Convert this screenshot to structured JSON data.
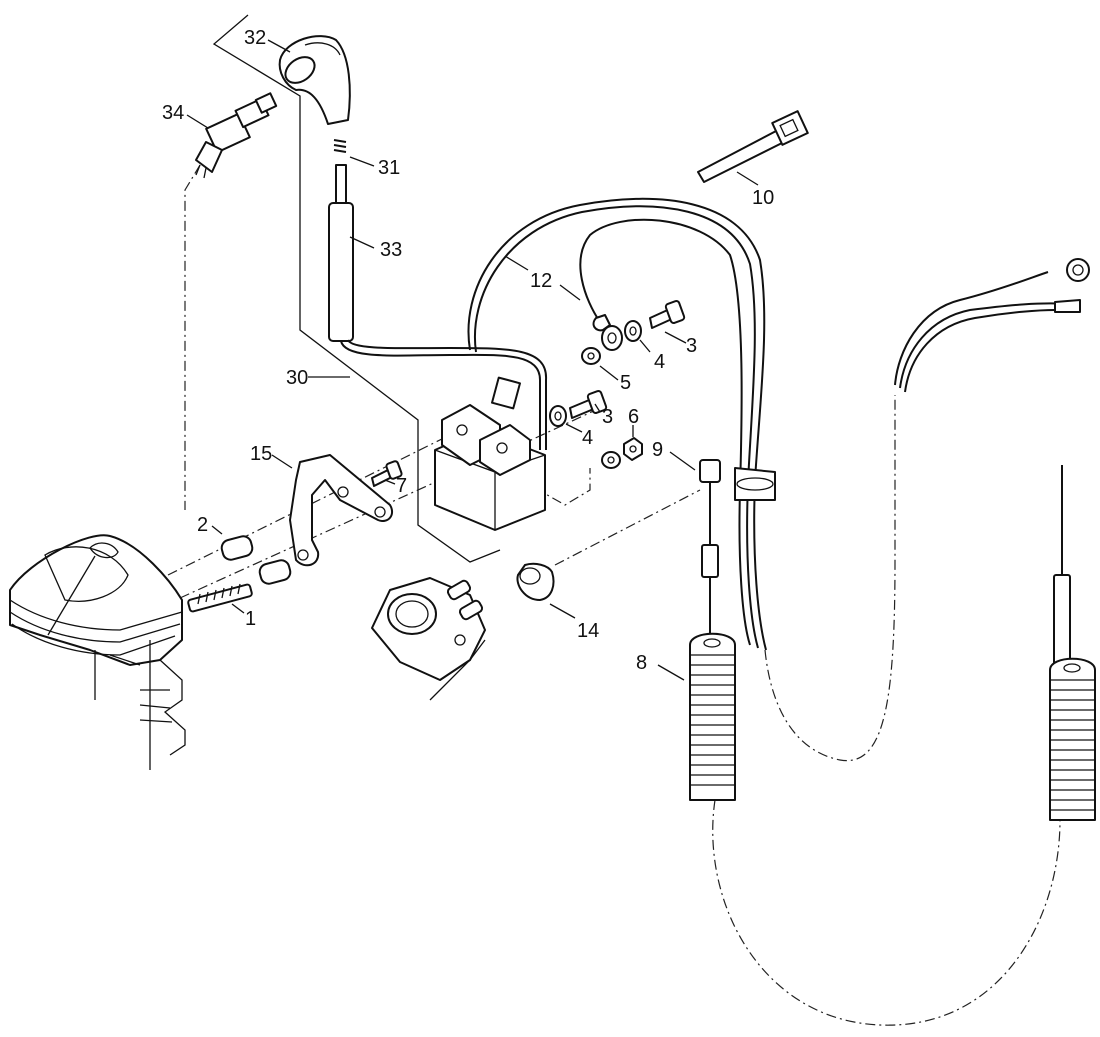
{
  "callouts": {
    "c1": "1",
    "c2": "2",
    "c3a": "3",
    "c3b": "3",
    "c4a": "4",
    "c4b": "4",
    "c5": "5",
    "c6": "6",
    "c7": "7",
    "c8": "8",
    "c9": "9",
    "c10": "10",
    "c12": "12",
    "c14": "14",
    "c15": "15",
    "c30": "30",
    "c31": "31",
    "c32": "32",
    "c33": "33",
    "c34": "34"
  },
  "colors": {
    "line": "#111111",
    "background": "#ffffff"
  }
}
